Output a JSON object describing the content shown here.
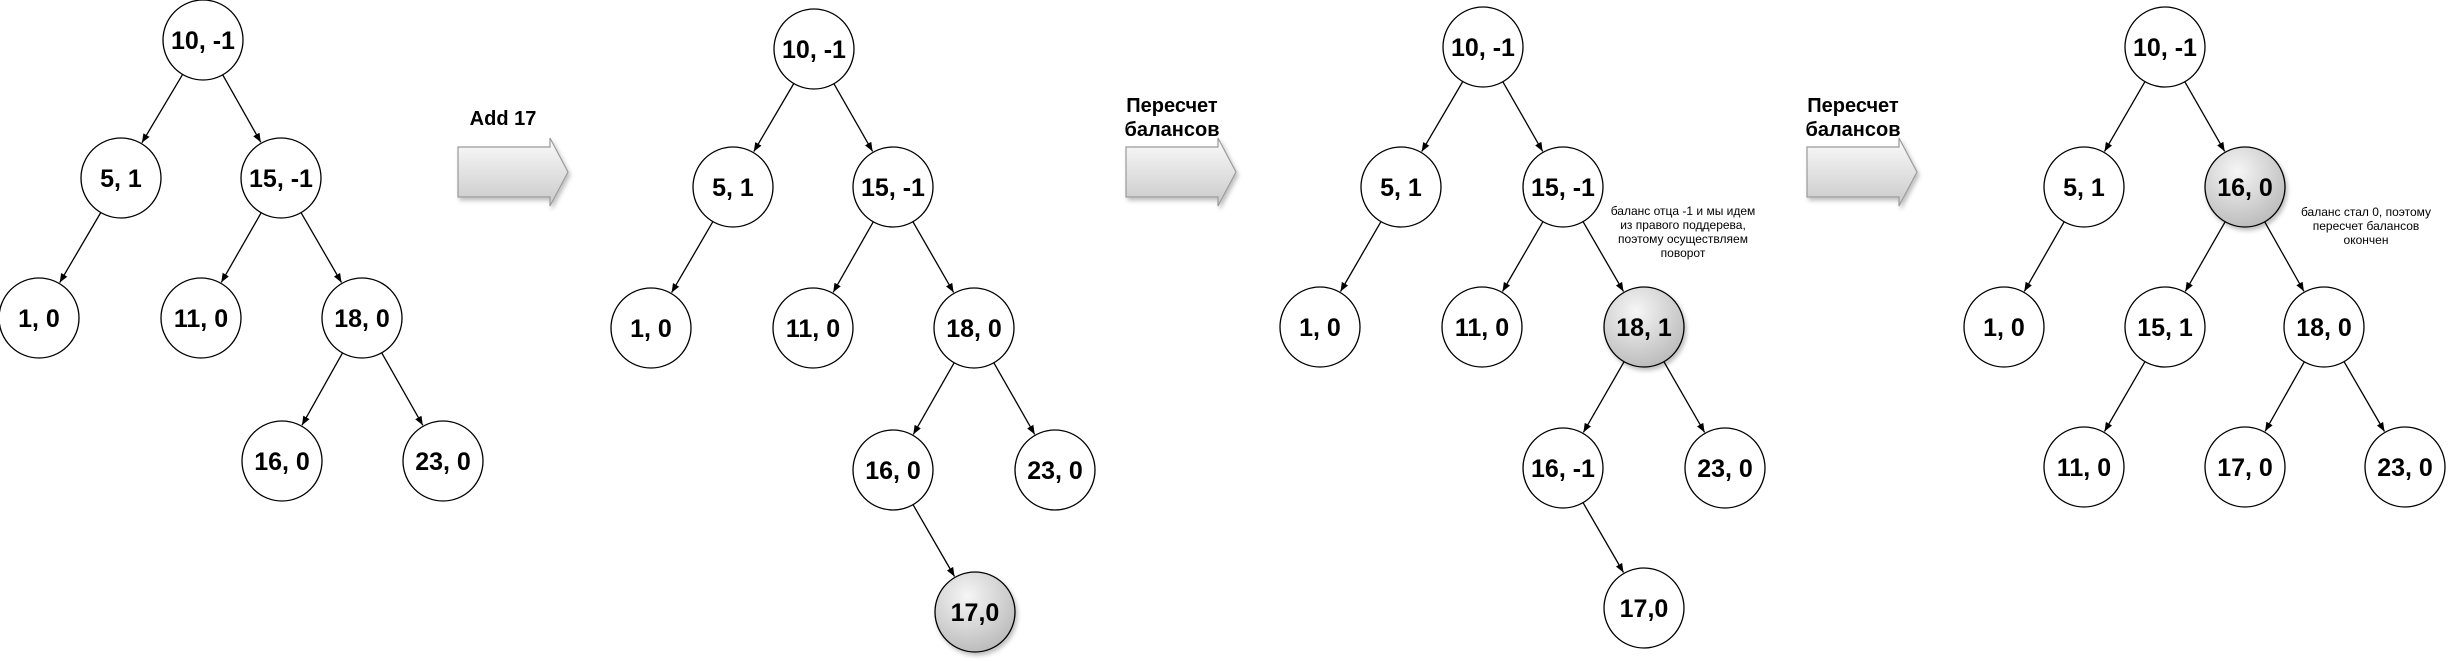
{
  "colors": {
    "node_fill": "#ffffff",
    "node_stroke": "#000000",
    "highlight_light": "#f6f6f6",
    "highlight_dark": "#b9b9b9",
    "arrow_light": "#fbfbfb",
    "arrow_dark": "#c9c9c9",
    "edge": "#000000"
  },
  "trees": [
    {
      "id": "tree-initial",
      "nodes": [
        {
          "id": "n10",
          "label": "10, -1"
        },
        {
          "id": "n5",
          "label": "5, 1"
        },
        {
          "id": "n15",
          "label": "15, -1"
        },
        {
          "id": "n1",
          "label": "1, 0"
        },
        {
          "id": "n11",
          "label": "11, 0"
        },
        {
          "id": "n18",
          "label": "18, 0"
        },
        {
          "id": "n16",
          "label": "16, 0"
        },
        {
          "id": "n23",
          "label": "23, 0"
        }
      ],
      "edges": [
        [
          "n10",
          "n5"
        ],
        [
          "n10",
          "n15"
        ],
        [
          "n5",
          "n1"
        ],
        [
          "n15",
          "n11"
        ],
        [
          "n15",
          "n18"
        ],
        [
          "n18",
          "n16"
        ],
        [
          "n18",
          "n23"
        ]
      ]
    },
    {
      "id": "tree-after-add",
      "nodes": [
        {
          "id": "n10",
          "label": "10, -1"
        },
        {
          "id": "n5",
          "label": "5, 1"
        },
        {
          "id": "n15",
          "label": "15, -1"
        },
        {
          "id": "n1",
          "label": "1, 0"
        },
        {
          "id": "n11",
          "label": "11, 0"
        },
        {
          "id": "n18",
          "label": "18, 0"
        },
        {
          "id": "n16",
          "label": "16, 0"
        },
        {
          "id": "n23",
          "label": "23, 0"
        },
        {
          "id": "n17",
          "label": "17,0",
          "highlight": true
        }
      ],
      "edges": [
        [
          "n10",
          "n5"
        ],
        [
          "n10",
          "n15"
        ],
        [
          "n5",
          "n1"
        ],
        [
          "n15",
          "n11"
        ],
        [
          "n15",
          "n18"
        ],
        [
          "n18",
          "n16"
        ],
        [
          "n18",
          "n23"
        ],
        [
          "n16",
          "n17"
        ]
      ]
    },
    {
      "id": "tree-rebalance-1",
      "nodes": [
        {
          "id": "n10",
          "label": "10, -1"
        },
        {
          "id": "n5",
          "label": "5, 1"
        },
        {
          "id": "n15",
          "label": "15, -1"
        },
        {
          "id": "n1",
          "label": "1, 0"
        },
        {
          "id": "n11",
          "label": "11, 0"
        },
        {
          "id": "n18",
          "label": "18, 1",
          "highlight": true
        },
        {
          "id": "n16",
          "label": "16, -1"
        },
        {
          "id": "n23",
          "label": "23, 0"
        },
        {
          "id": "n17",
          "label": "17,0"
        }
      ],
      "edges": [
        [
          "n10",
          "n5"
        ],
        [
          "n10",
          "n15"
        ],
        [
          "n5",
          "n1"
        ],
        [
          "n15",
          "n11"
        ],
        [
          "n15",
          "n18"
        ],
        [
          "n18",
          "n16"
        ],
        [
          "n18",
          "n23"
        ],
        [
          "n16",
          "n17"
        ]
      ],
      "note": [
        "баланс отца -1 и мы идем",
        "из правого поддерева,",
        "поэтому осуществляем",
        "поворот"
      ]
    },
    {
      "id": "tree-rebalance-2",
      "nodes": [
        {
          "id": "n10",
          "label": "10, -1"
        },
        {
          "id": "n5",
          "label": "5, 1"
        },
        {
          "id": "n16",
          "label": "16, 0",
          "highlight": true
        },
        {
          "id": "n1",
          "label": "1, 0"
        },
        {
          "id": "n15",
          "label": "15, 1"
        },
        {
          "id": "n18",
          "label": "18, 0"
        },
        {
          "id": "n11",
          "label": "11, 0"
        },
        {
          "id": "n17",
          "label": "17, 0"
        },
        {
          "id": "n23",
          "label": "23, 0"
        }
      ],
      "edges": [
        [
          "n10",
          "n5"
        ],
        [
          "n10",
          "n16"
        ],
        [
          "n5",
          "n1"
        ],
        [
          "n16",
          "n15"
        ],
        [
          "n16",
          "n18"
        ],
        [
          "n15",
          "n11"
        ],
        [
          "n18",
          "n17"
        ],
        [
          "n18",
          "n23"
        ]
      ],
      "note": [
        "баланс стал 0, поэтому",
        "пересчет балансов",
        "окончен"
      ]
    }
  ],
  "arrows": [
    {
      "id": "arrow-add",
      "label": [
        "Add 17"
      ]
    },
    {
      "id": "arrow-recalc-1",
      "label": [
        "Пересчет",
        "балансов"
      ]
    },
    {
      "id": "arrow-recalc-2",
      "label": [
        "Пересчет",
        "балансов"
      ]
    }
  ]
}
